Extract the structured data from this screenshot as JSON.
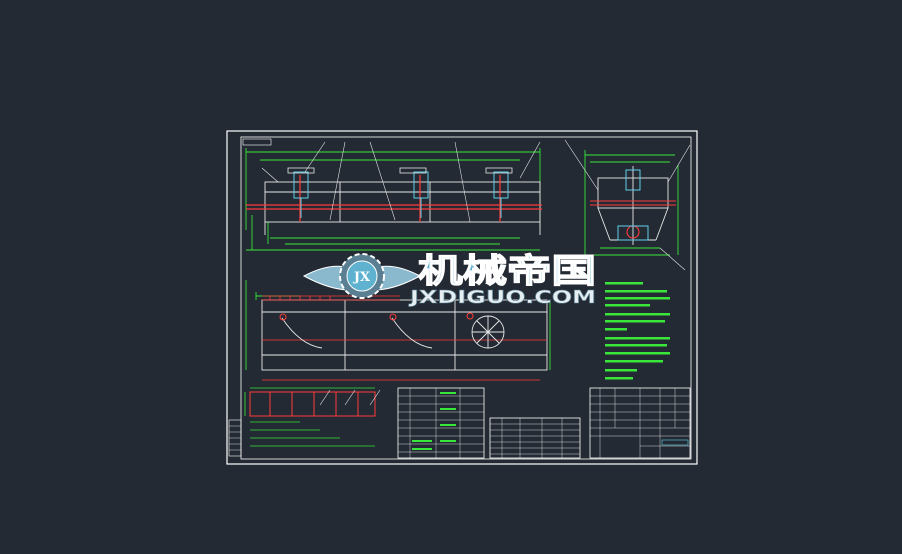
{
  "canvas": {
    "background": "#232a33"
  },
  "drawing": {
    "frame_color": "#ffffff",
    "line_green": "#39e639",
    "line_red": "#ff3b3b",
    "line_white": "#e8e8e8",
    "line_cyan": "#5fd0e8"
  },
  "watermark": {
    "badge_letters": "JX",
    "title_cn": "机械帝国",
    "domain": "JXDIGUO.COM",
    "color_cn": "#5fb2cf",
    "color_en": "#e6eef2"
  }
}
